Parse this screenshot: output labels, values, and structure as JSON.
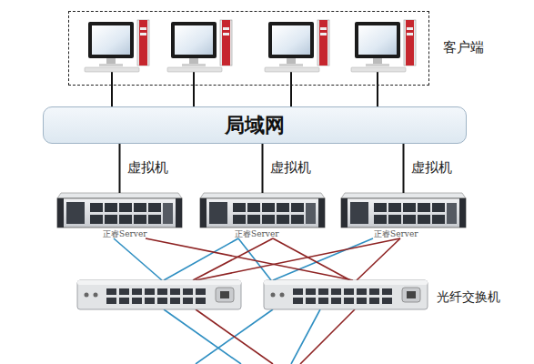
{
  "diagram": {
    "nodes": [
      {
        "text": [
          "客户端"
        ]
      },
      {
        "text": [
          "局域网"
        ]
      },
      {
        "text": [
          "正睿Server"
        ]
      },
      {
        "text": [
          "正睿Server"
        ]
      },
      {
        "text": [
          "正睿Server"
        ]
      }
    ],
    "edges": [
      {
        "from": 1,
        "to": 2,
        "arrow": "none",
        "label": "虚拟机"
      },
      {
        "from": 1,
        "to": 3,
        "arrow": "none",
        "label": "虚拟机"
      },
      {
        "from": 1,
        "to": 4,
        "arrow": "none",
        "label": "虚拟机"
      }
    ],
    "labels": [
      "光纤交换机"
    ]
  }
}
